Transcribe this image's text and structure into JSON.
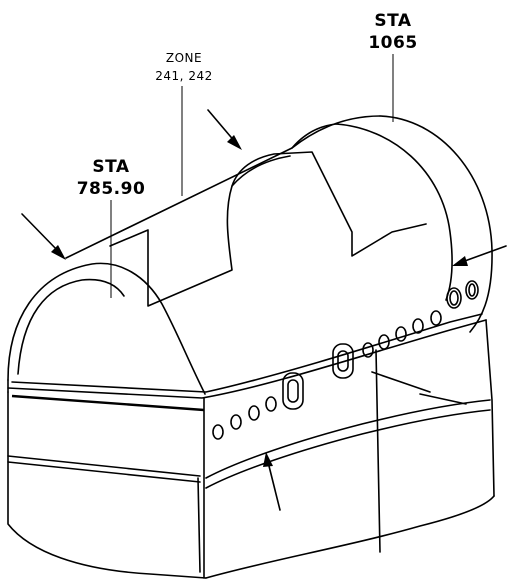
{
  "labels": {
    "sta_aft_line1": "STA",
    "sta_aft_line2": "1065",
    "zone_line1": "ZONE",
    "zone_line2": "241, 242",
    "sta_fwd_line1": "STA",
    "sta_fwd_line2": "785.90"
  },
  "arrows": [
    "arrow-upper-left",
    "arrow-top-center",
    "arrow-right",
    "arrow-bottom"
  ],
  "colors": {
    "ink": "#000000",
    "paper": "#ffffff"
  }
}
